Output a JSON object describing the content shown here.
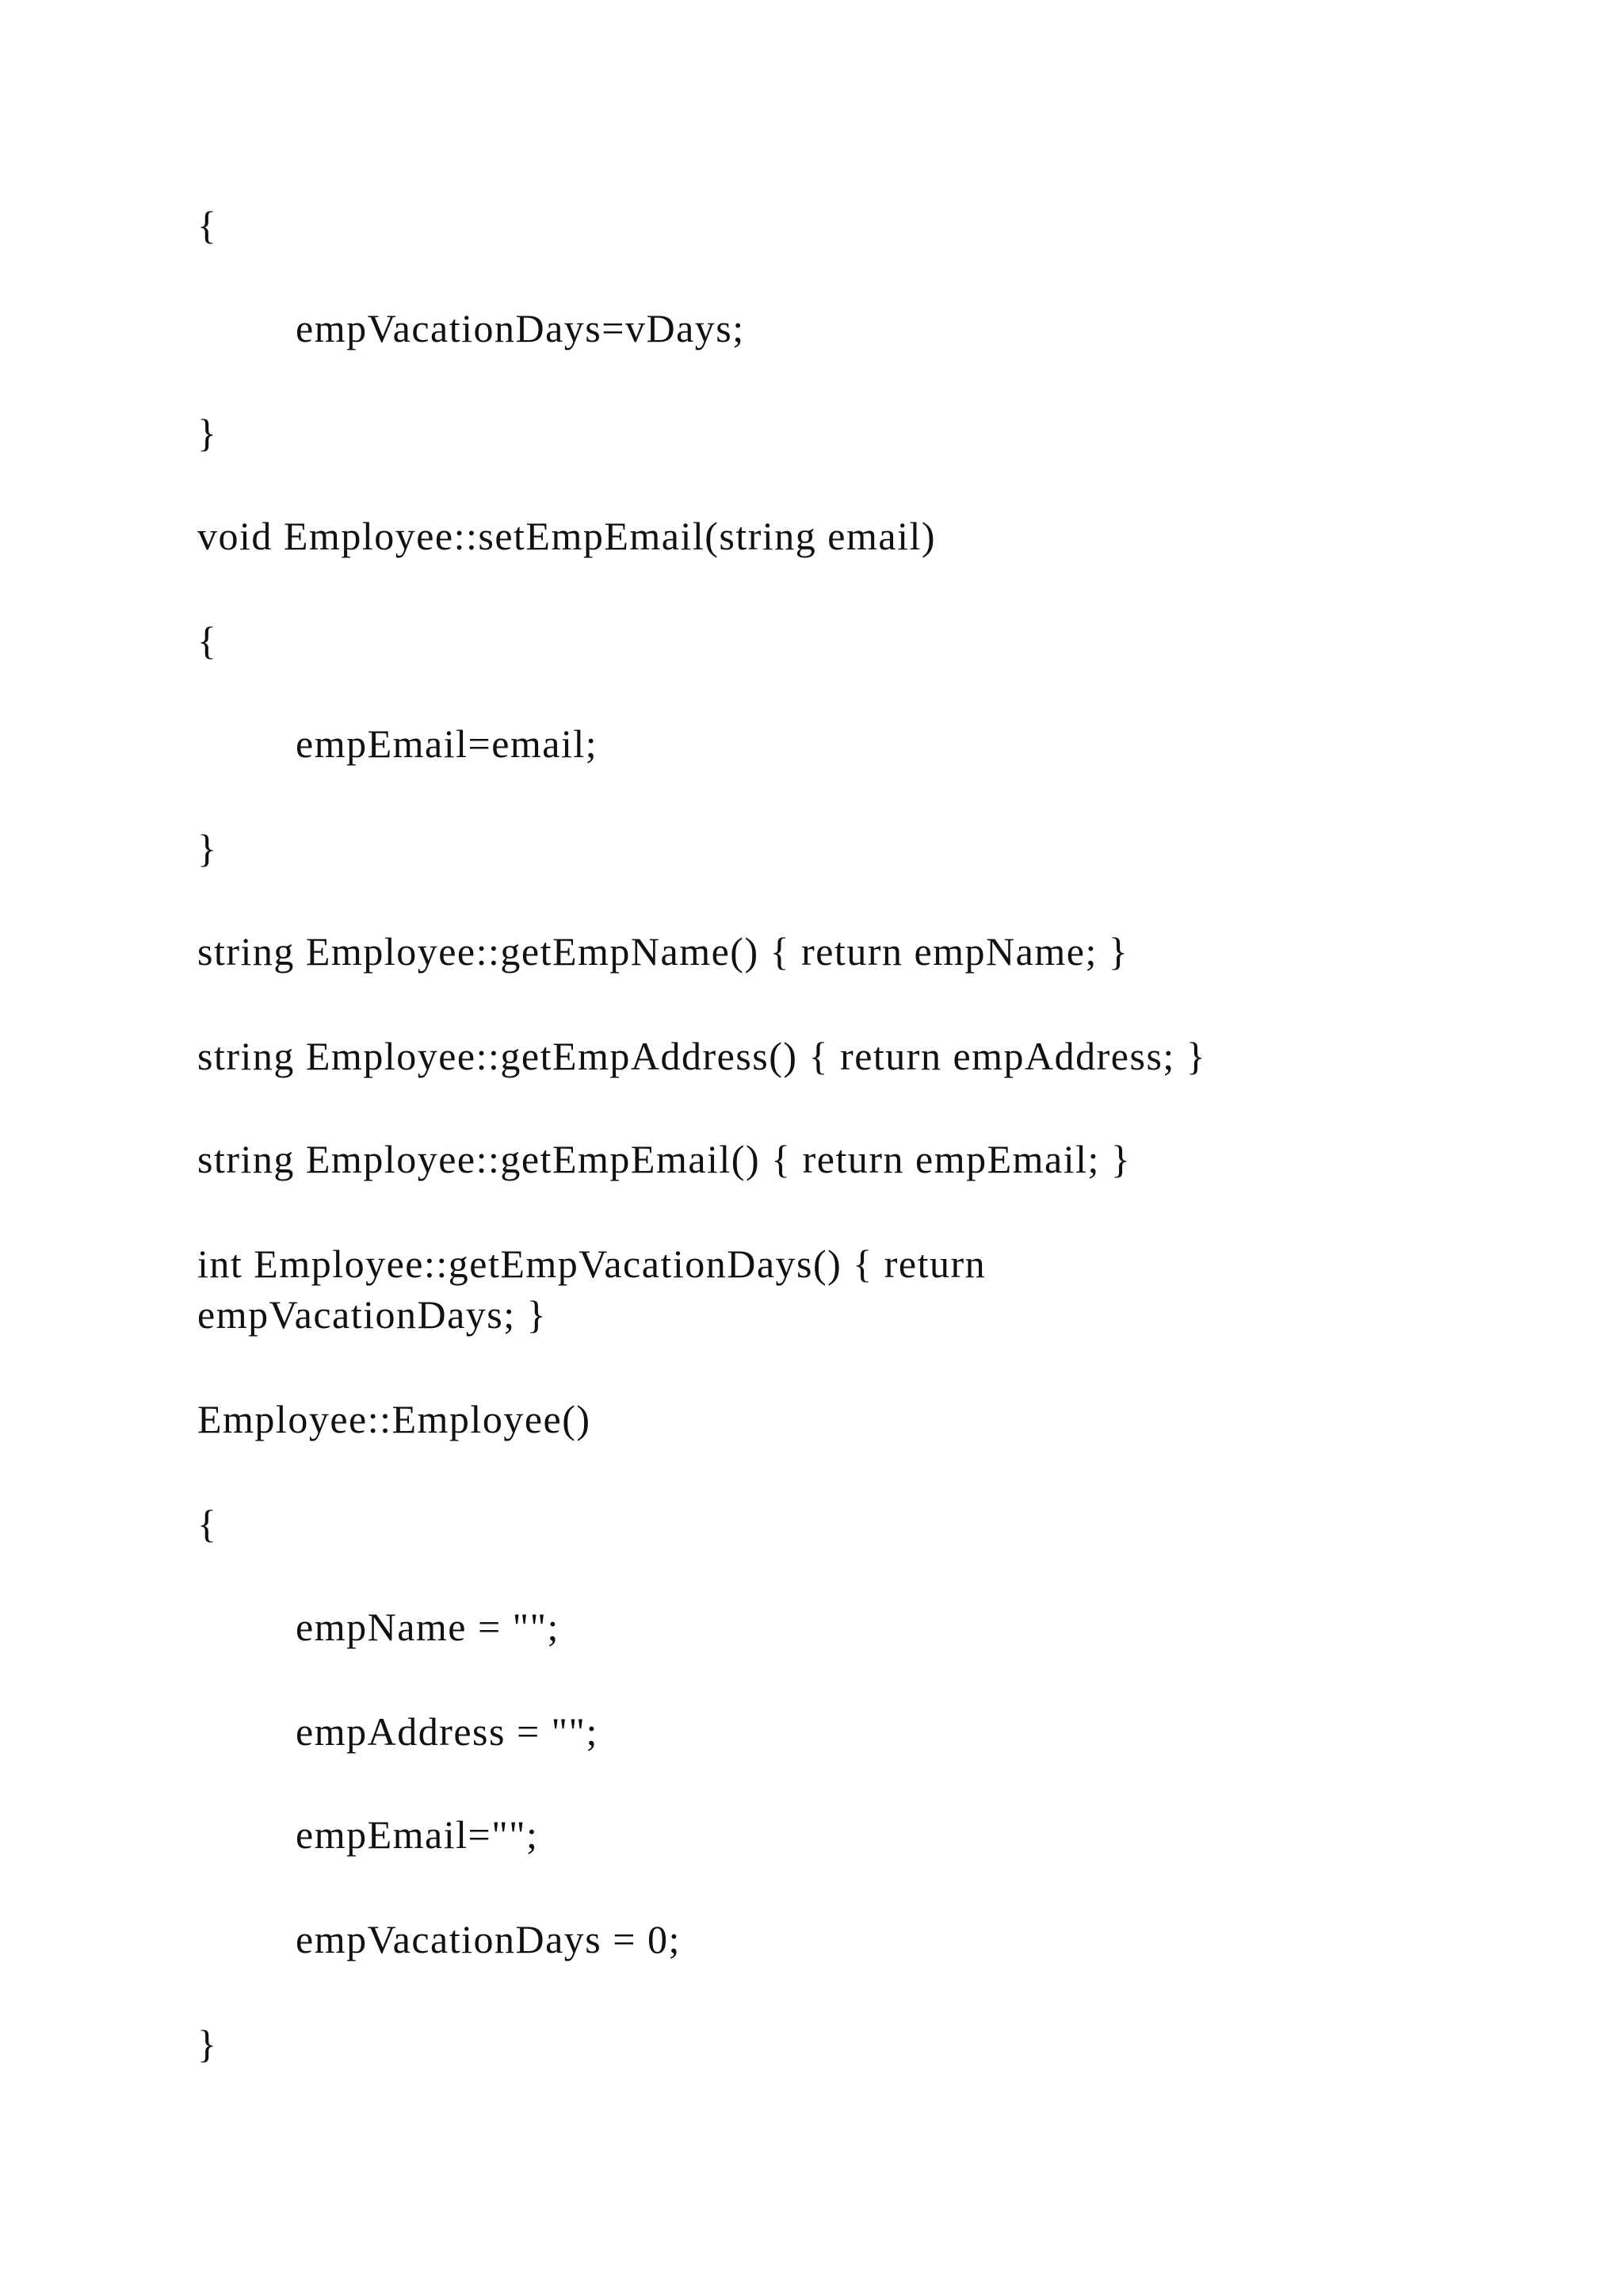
{
  "document": {
    "lines": [
      "{",
      "empVacationDays=vDays;",
      "}",
      "void Employee::setEmpEmail(string email)",
      "{",
      "empEmail=email;",
      "}",
      "string Employee::getEmpName() { return empName; }",
      "string Employee::getEmpAddress() { return empAddress; }",
      "string Employee::getEmpEmail() { return empEmail; }",
      "int Employee::getEmpVacationDays() { return",
      "empVacationDays; }",
      "Employee::Employee()",
      "{",
      "empName = \"\";",
      "empAddress = \"\";",
      "empEmail=\"\";",
      "empVacationDays = 0;",
      "}"
    ]
  }
}
